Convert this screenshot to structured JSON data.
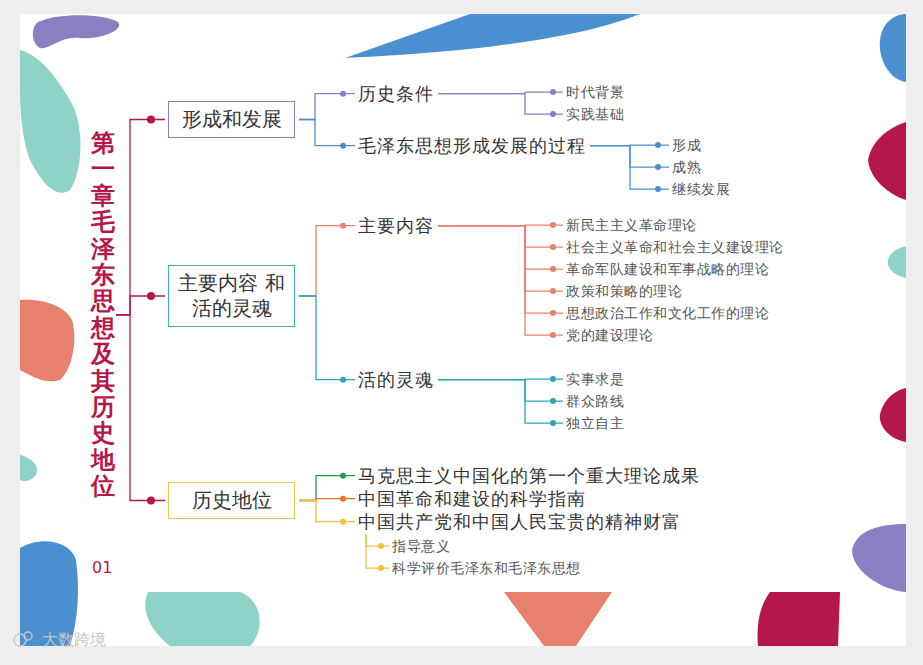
{
  "diagram": {
    "nodes": [
      {
        "text": [
          "第一章毛泽东思想及其历史地位"
        ]
      },
      {
        "text": [
          "形成和发展"
        ]
      },
      {
        "text": [
          "历史条件"
        ]
      },
      {
        "text": [
          "时代背景"
        ]
      },
      {
        "text": [
          "实践基础"
        ]
      },
      {
        "text": [
          "毛泽东思想形成发展的过程"
        ]
      },
      {
        "text": [
          "形成"
        ]
      },
      {
        "text": [
          "成熟"
        ]
      },
      {
        "text": [
          "继续发展"
        ]
      },
      {
        "text": [
          "主要内容 和活的灵魂"
        ]
      },
      {
        "text": [
          "主要内容"
        ]
      },
      {
        "text": [
          "新民主主义革命理论"
        ]
      },
      {
        "text": [
          "社会主义革命和社会主义建设理论"
        ]
      },
      {
        "text": [
          "革命军队建设和军事战略的理论"
        ]
      },
      {
        "text": [
          "政策和策略的理论"
        ]
      },
      {
        "text": [
          "思想政治工作和文化工作的理论"
        ]
      },
      {
        "text": [
          "党的建设理论"
        ]
      },
      {
        "text": [
          "活的灵魂"
        ]
      },
      {
        "text": [
          "实事求是"
        ]
      },
      {
        "text": [
          "群众路线"
        ]
      },
      {
        "text": [
          "独立自主"
        ]
      },
      {
        "text": [
          "历史地位"
        ]
      },
      {
        "text": [
          "马克思主义中国化的第一个重大理论成果"
        ]
      },
      {
        "text": [
          "中国革命和建设的科学指南"
        ]
      },
      {
        "text": [
          "中国共产党和中国人民宝贵的精神财富"
        ]
      },
      {
        "text": [
          "指导意义"
        ]
      },
      {
        "text": [
          "科学评价毛泽东和毛泽东思想"
        ]
      }
    ],
    "edges": [
      {
        "from": 0,
        "to": 1,
        "arrow": "none"
      },
      {
        "from": 0,
        "to": 9,
        "arrow": "none"
      },
      {
        "from": 0,
        "to": 21,
        "arrow": "none"
      },
      {
        "from": 1,
        "to": 2,
        "arrow": "none"
      },
      {
        "from": 1,
        "to": 5,
        "arrow": "none"
      },
      {
        "from": 2,
        "to": 3,
        "arrow": "none"
      },
      {
        "from": 2,
        "to": 4,
        "arrow": "none"
      },
      {
        "from": 5,
        "to": 6,
        "arrow": "none"
      },
      {
        "from": 5,
        "to": 7,
        "arrow": "none"
      },
      {
        "from": 5,
        "to": 8,
        "arrow": "none"
      },
      {
        "from": 9,
        "to": 10,
        "arrow": "none"
      },
      {
        "from": 9,
        "to": 17,
        "arrow": "none"
      },
      {
        "from": 10,
        "to": 11,
        "arrow": "none"
      },
      {
        "from": 10,
        "to": 12,
        "arrow": "none"
      },
      {
        "from": 10,
        "to": 13,
        "arrow": "none"
      },
      {
        "from": 10,
        "to": 14,
        "arrow": "none"
      },
      {
        "from": 10,
        "to": 15,
        "arrow": "none"
      },
      {
        "from": 10,
        "to": 16,
        "arrow": "none"
      },
      {
        "from": 17,
        "to": 18,
        "arrow": "none"
      },
      {
        "from": 17,
        "to": 19,
        "arrow": "none"
      },
      {
        "from": 17,
        "to": 20,
        "arrow": "none"
      },
      {
        "from": 21,
        "to": 22,
        "arrow": "none"
      },
      {
        "from": 21,
        "to": 23,
        "arrow": "none"
      },
      {
        "from": 21,
        "to": 24,
        "arrow": "none"
      },
      {
        "from": 24,
        "to": 25,
        "arrow": "none"
      },
      {
        "from": 24,
        "to": 26,
        "arrow": "none"
      }
    ],
    "labels": [
      "01",
      "大数跨境"
    ]
  }
}
